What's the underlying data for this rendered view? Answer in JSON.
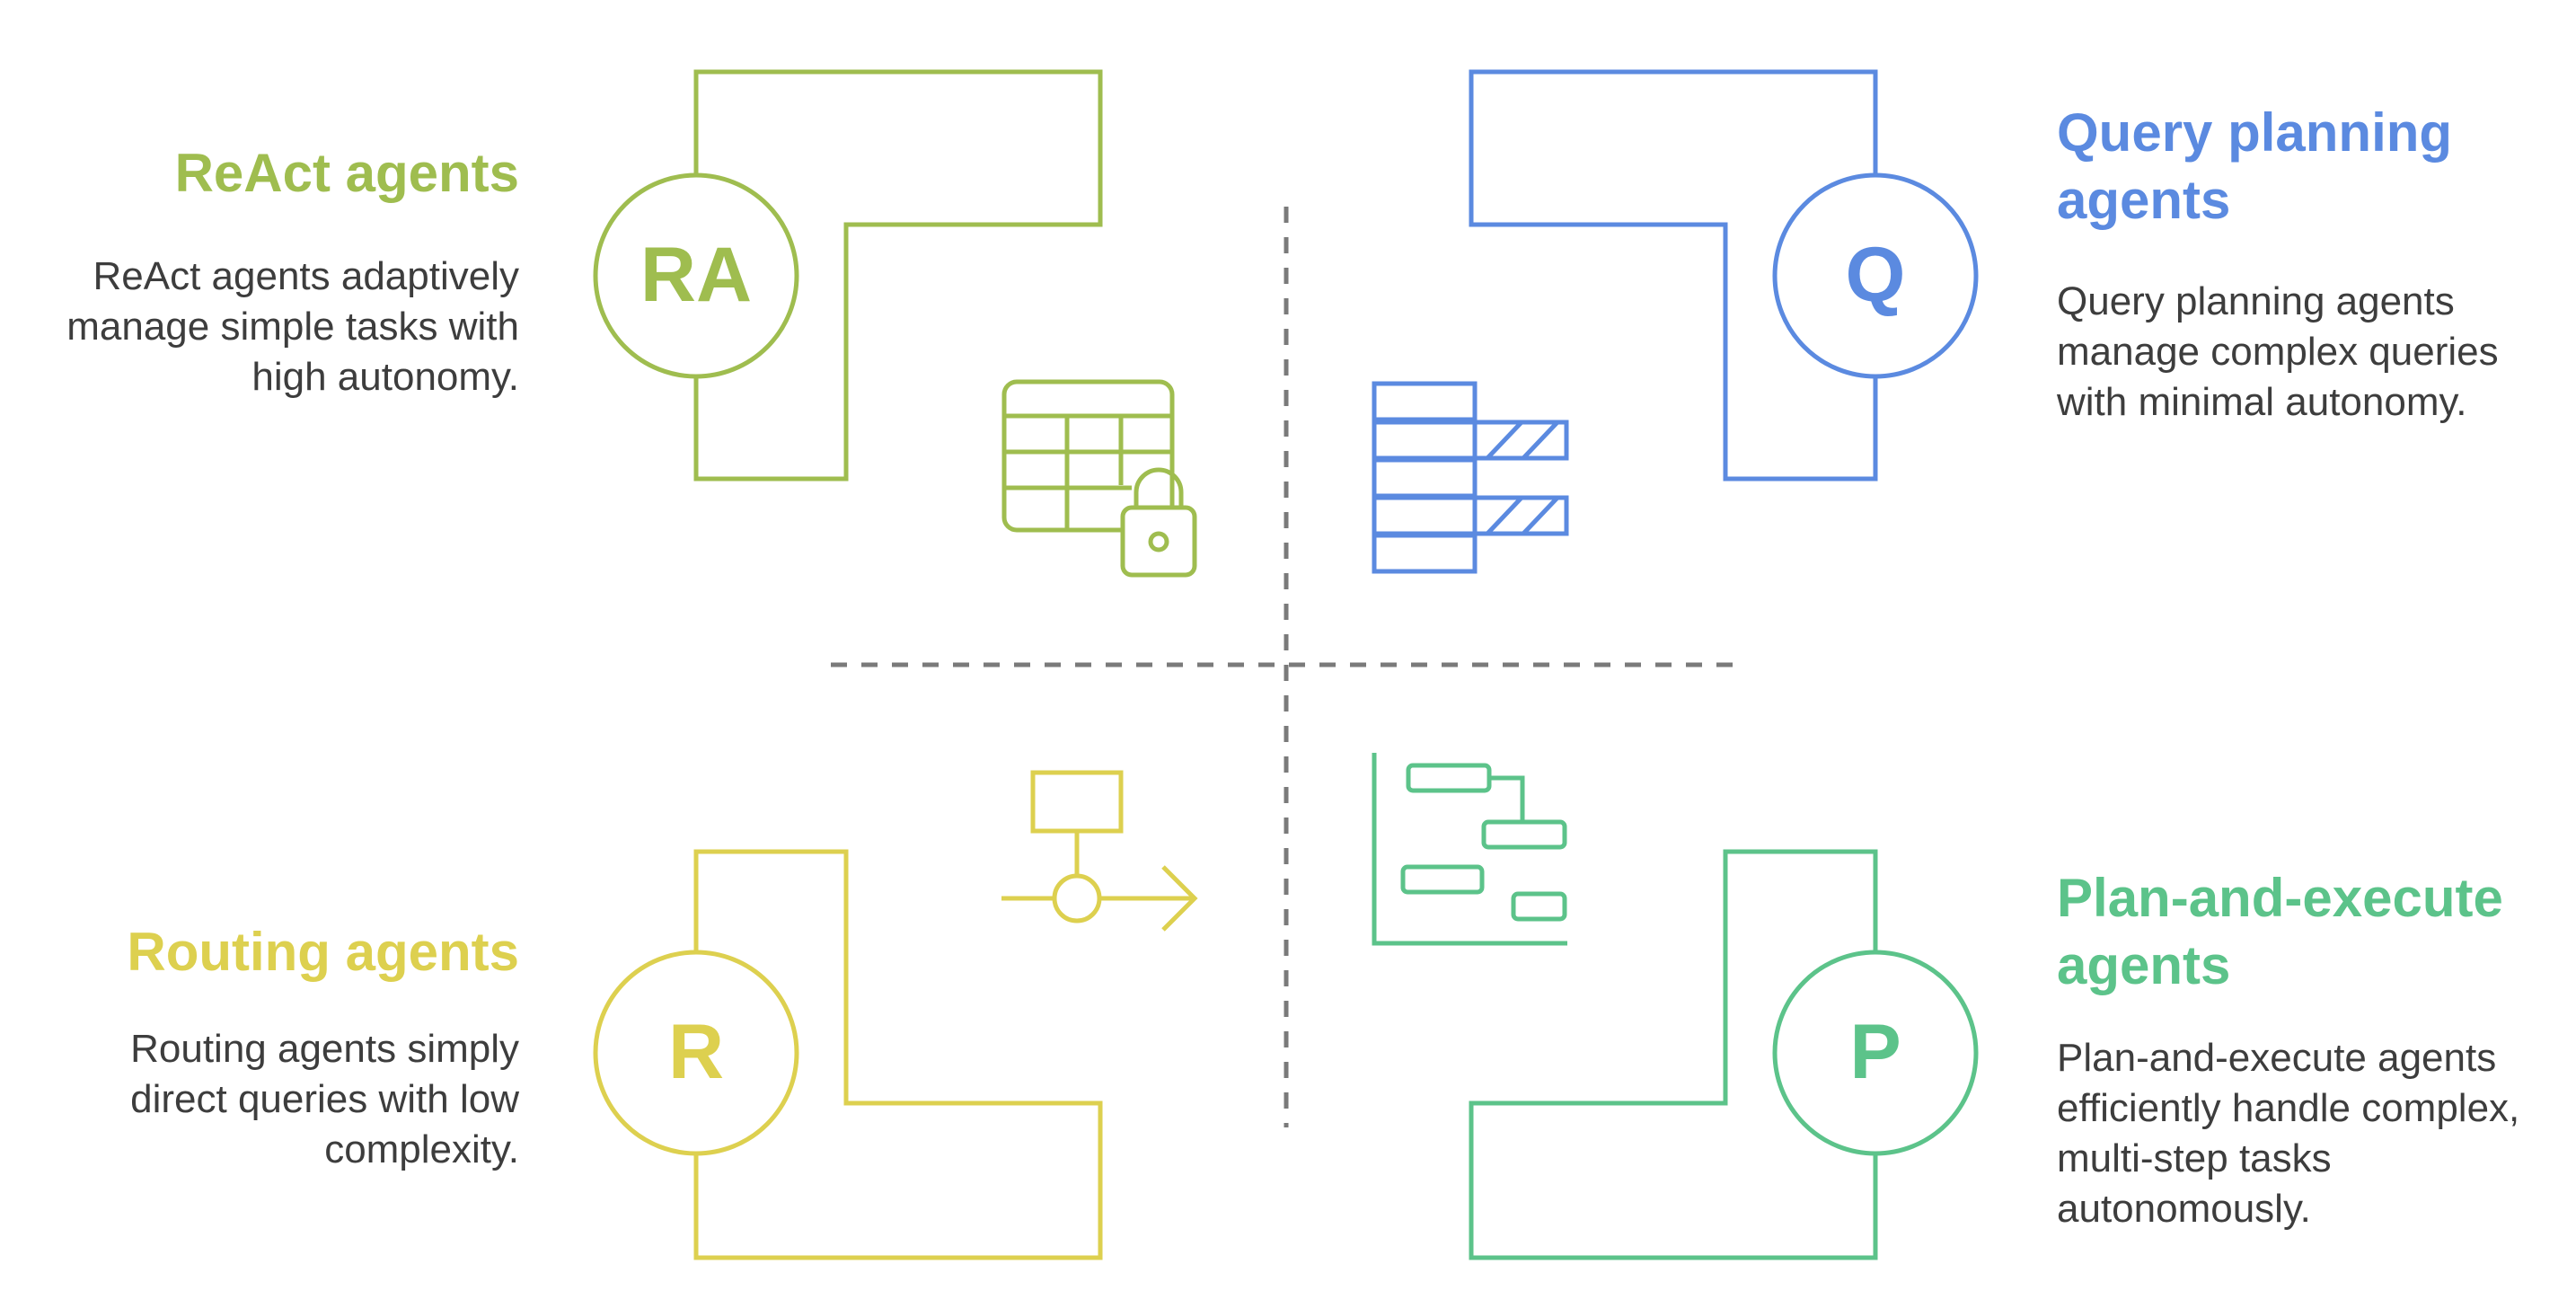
{
  "colors": {
    "react": "#9fbd4f",
    "query": "#5b8ae0",
    "routing": "#ddd04f",
    "plan": "#5cc38a",
    "divider": "#7a7a7a",
    "text": "#3d3d3d"
  },
  "quadrants": {
    "react": {
      "title": "ReAct agents",
      "description": "ReAct agents adaptively manage simple tasks with high autonomy.",
      "badge": "RA",
      "icon": "locked-table-icon"
    },
    "query": {
      "title": "Query planning agents",
      "description": "Query planning agents manage complex queries with minimal autonomy.",
      "badge": "Q",
      "icon": "partial-bars-icon"
    },
    "routing": {
      "title": "Routing agents",
      "description": "Routing agents simply direct queries with low complexity.",
      "badge": "R",
      "icon": "routing-flow-icon"
    },
    "plan": {
      "title": "Plan-and-execute agents",
      "description": "Plan-and-execute agents efficiently handle complex, multi-step tasks autonomously.",
      "badge": "P",
      "icon": "gantt-chart-icon"
    }
  }
}
